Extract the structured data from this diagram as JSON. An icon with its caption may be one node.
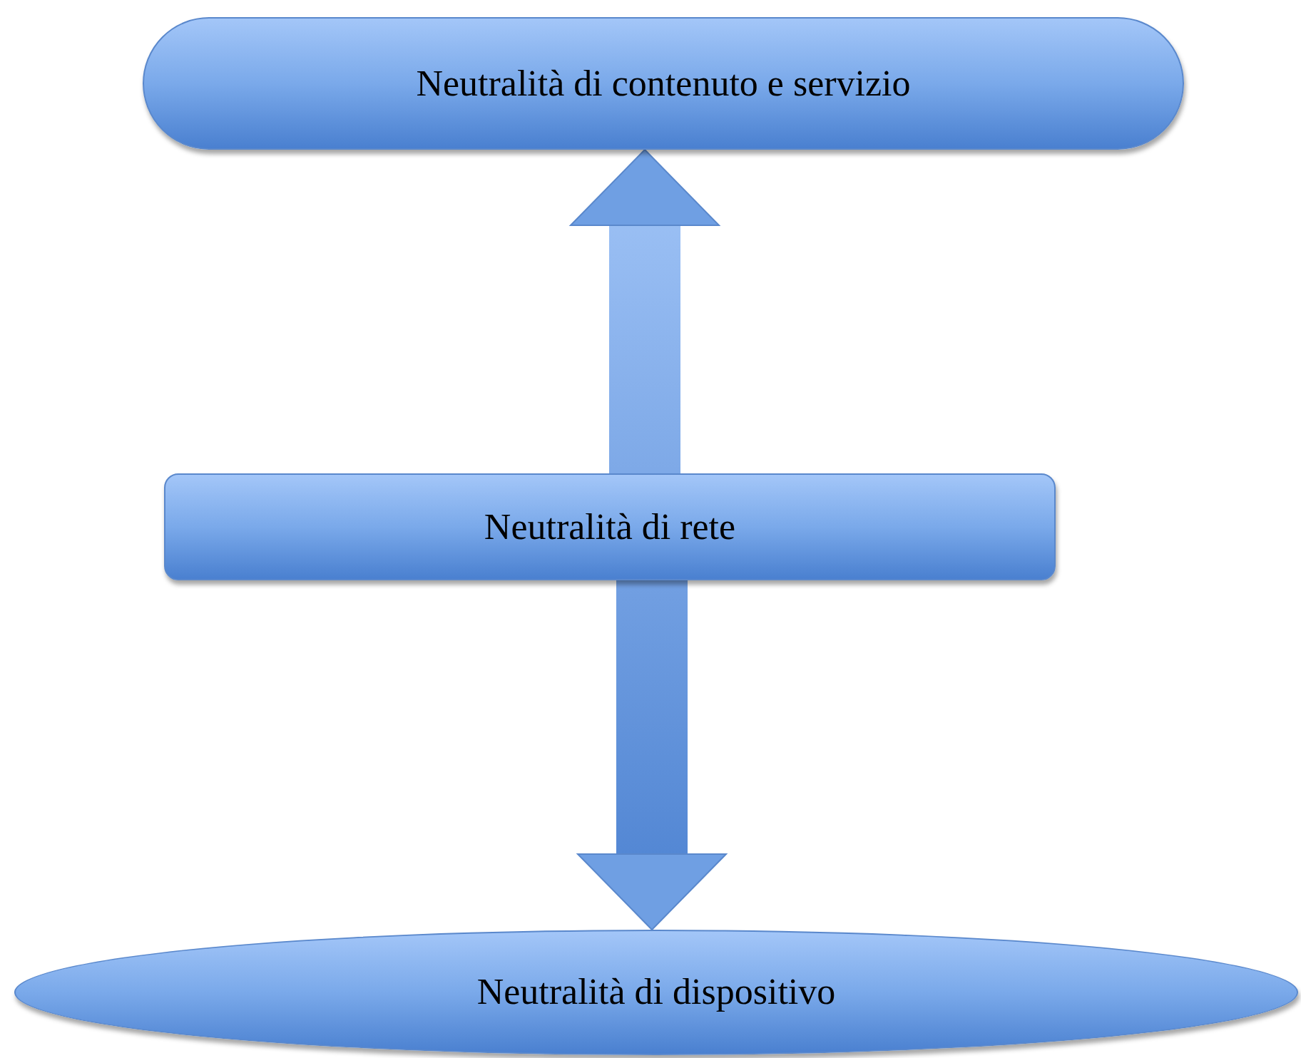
{
  "diagram": {
    "nodes": [
      {
        "text": [
          "Neutralità di contenuto e servizio"
        ]
      },
      {
        "text": [
          "Neutralità di rete"
        ]
      },
      {
        "text": [
          "Neutralità di dispositivo"
        ]
      }
    ],
    "edges": [
      {
        "from": 1,
        "to": 0,
        "arrow": "to"
      },
      {
        "from": 1,
        "to": 2,
        "arrow": "to"
      }
    ]
  }
}
